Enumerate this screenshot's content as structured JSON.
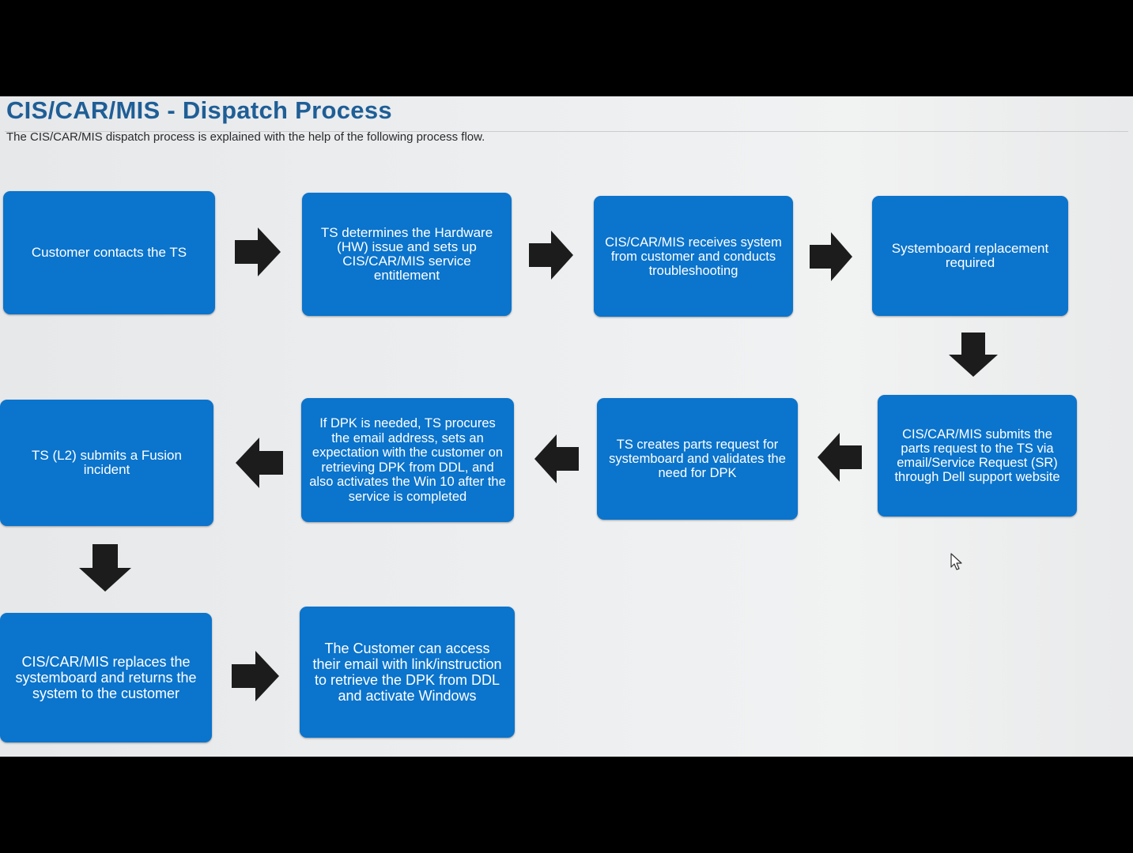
{
  "header": {
    "title": "CIS/CAR/MIS - Dispatch Process",
    "subtitle": "The CIS/CAR/MIS dispatch process is explained with the help of the following process flow."
  },
  "steps": [
    {
      "text": "Customer contacts the TS"
    },
    {
      "text": "TS determines the Hardware (HW) issue and sets up CIS/CAR/MIS service entitlement"
    },
    {
      "text": "CIS/CAR/MIS receives system from customer and conducts troubleshooting"
    },
    {
      "text": "Systemboard replacement required"
    },
    {
      "text": "CIS/CAR/MIS submits the parts request to the TS via email/Service Request (SR) through Dell support website"
    },
    {
      "text": "TS creates parts request for systemboard and validates the need for DPK"
    },
    {
      "text": "If DPK is needed, TS procures the email address, sets an expectation with the customer on retrieving DPK from DDL, and also activates the Win 10 after the service is completed"
    },
    {
      "text": "TS (L2) submits a Fusion incident"
    },
    {
      "text": "CIS/CAR/MIS replaces the systemboard and returns the system to the customer"
    },
    {
      "text": "The Customer can access their email with link/instruction to retrieve the DPK from DDL and activate Windows"
    }
  ],
  "connectors": [
    {
      "from": 0,
      "to": 1,
      "direction": "right"
    },
    {
      "from": 1,
      "to": 2,
      "direction": "right"
    },
    {
      "from": 2,
      "to": 3,
      "direction": "right"
    },
    {
      "from": 3,
      "to": 4,
      "direction": "down"
    },
    {
      "from": 4,
      "to": 5,
      "direction": "left"
    },
    {
      "from": 5,
      "to": 6,
      "direction": "left"
    },
    {
      "from": 6,
      "to": 7,
      "direction": "left"
    },
    {
      "from": 7,
      "to": 8,
      "direction": "down"
    },
    {
      "from": 8,
      "to": 9,
      "direction": "right"
    }
  ],
  "colors": {
    "box_fill": "#0b74cc",
    "box_text": "#ffffff",
    "arrow": "#1c1c1c",
    "title": "#1f5e96"
  },
  "icons": {
    "arrow": "block-arrow-icon",
    "cursor": "mouse-pointer-icon"
  }
}
